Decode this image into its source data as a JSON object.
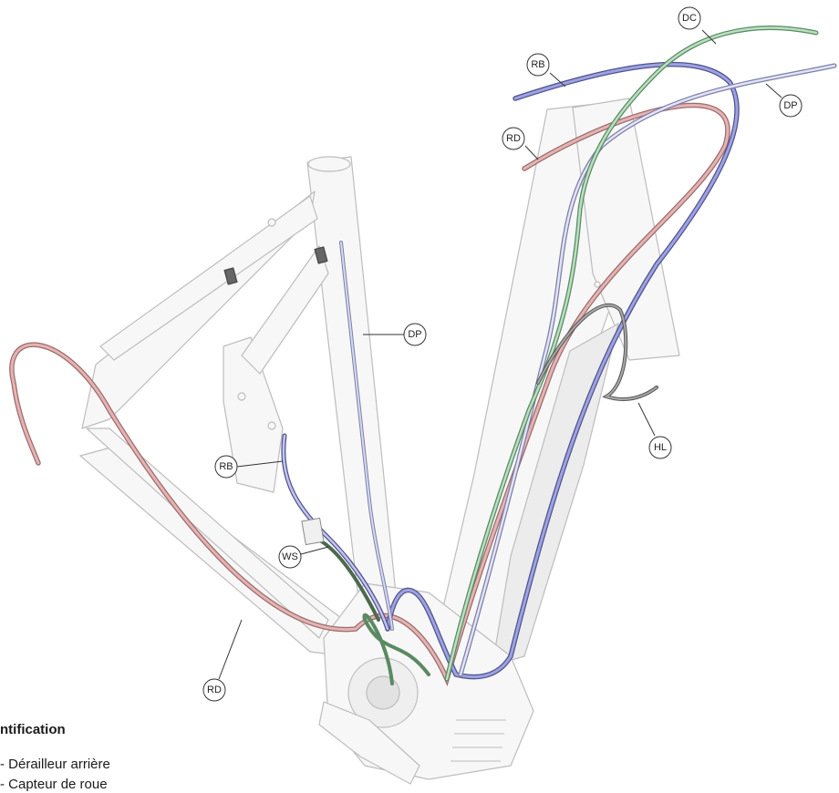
{
  "callouts": [
    {
      "id": "dc",
      "label": "DC"
    },
    {
      "id": "rb-top",
      "label": "RB"
    },
    {
      "id": "dp-top",
      "label": "DP"
    },
    {
      "id": "rd-top",
      "label": "RD"
    },
    {
      "id": "dp-mid",
      "label": "DP"
    },
    {
      "id": "hl",
      "label": "HL"
    },
    {
      "id": "rb-low",
      "label": "RB"
    },
    {
      "id": "ws",
      "label": "WS"
    },
    {
      "id": "rd-low",
      "label": "RD"
    }
  ],
  "legend": {
    "title": "ntification",
    "items": [
      "  - Dérailleur arrière",
      " - Capteur de roue"
    ]
  },
  "colors": {
    "frame_fill": "#f7f7f7",
    "frame_stroke": "#bdbdbd",
    "cable_dc": "#8fc99a",
    "cable_rb": "#7b7fc4",
    "cable_dp": "#c6c8e6",
    "cable_rd": "#d99a9a",
    "cable_hl": "#707070",
    "cable_ws": "#7a9a7a"
  }
}
